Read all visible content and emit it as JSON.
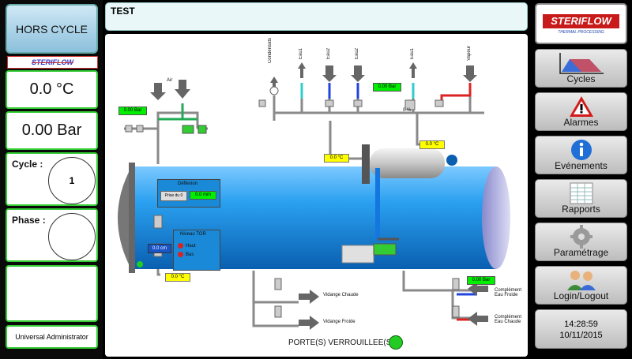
{
  "left": {
    "mode": "HORS CYCLE",
    "brand": "STERIFLOW",
    "temperature": "0.0  °C",
    "pressure": "0.00  Bar",
    "cycle_label": "Cycle :",
    "cycle_value": "1",
    "phase_label": "Phase :",
    "phase_value": "",
    "user": "Universal Administrator"
  },
  "header": {
    "title": "TEST"
  },
  "process": {
    "air": "Air",
    "condensats": "Condensats",
    "eau1a": "Eau1",
    "eau2a": "Eau2",
    "eau2b": "Eau2",
    "eau1b": "Eau1",
    "vapeur": "Vapeur",
    "air_pressure": "0.00  Bar",
    "inlet_pressure": "0.00  Bar",
    "valve_pct": "0 %",
    "temp_exch_in": "0.0  °C",
    "temp_exch_out": "0.0  °C",
    "deflexion_title": "Déflexion",
    "deflexion_btn": "Prise du 0",
    "deflexion_val": "0.0  mm",
    "niveau_title": "Niveau TOR",
    "niveau_haut": "Haut",
    "niveau_bas": "Bas",
    "level_cm": "0.0  cm",
    "temp_bottom": "0.0  °C",
    "vidange_chaude": "Vidange Chaude",
    "vidange_froide": "Vidange Froide",
    "outlet_pressure": "0.00  Bar",
    "complement_froide": "Complément Eau Froide",
    "complement_chaude": "Complément Eau Chaude",
    "door_status": "PORTE(S) VERROUILLEE(S)"
  },
  "right": {
    "logo_main": "STERIFLOW",
    "logo_sub": "THERMAL PROCESSING",
    "cycles": "Cycles",
    "alarmes": "Alarmes",
    "evenements": "Evénements",
    "rapports": "Rapports",
    "parametrage": "Paramétrage",
    "login": "Login/Logout",
    "time": "14:28:59",
    "date": "10/11/2015"
  },
  "colors": {
    "green_led": "#22cc22",
    "vessel": "#2aa0f0",
    "accent_green": "#33cc33"
  }
}
